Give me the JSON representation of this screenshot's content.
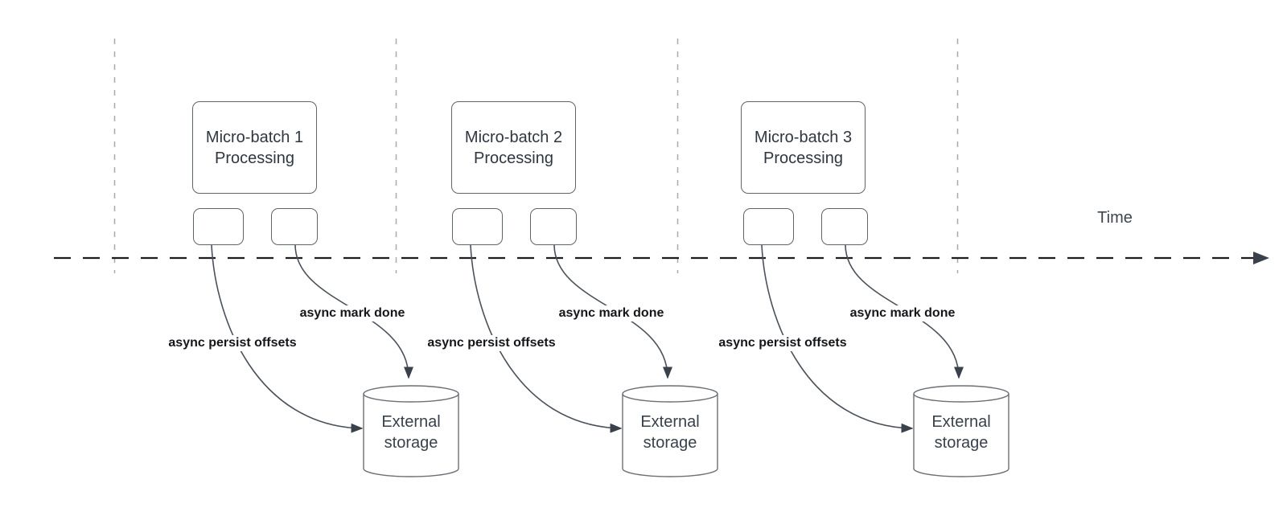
{
  "diagram": {
    "time_axis_label": "Time",
    "groups": [
      {
        "batch_title_line1": "Micro-batch 1",
        "batch_title_line2": "Processing",
        "persist_arrow_label": "async persist offsets",
        "done_arrow_label": "async mark done",
        "storage_line1": "External",
        "storage_line2": "storage"
      },
      {
        "batch_title_line1": "Micro-batch 2",
        "batch_title_line2": "Processing",
        "persist_arrow_label": "async persist offsets",
        "done_arrow_label": "async mark done",
        "storage_line1": "External",
        "storage_line2": "storage"
      },
      {
        "batch_title_line1": "Micro-batch 3",
        "batch_title_line2": "Processing",
        "persist_arrow_label": "async persist offsets",
        "done_arrow_label": "async mark done",
        "storage_line1": "External",
        "storage_line2": "storage"
      }
    ],
    "colors": {
      "background": "#ffffff",
      "timeline_stroke": "#1d1d1f",
      "guide_line_stroke": "#a6a9ad",
      "shape_stroke": "#5f646b",
      "cylinder_stroke": "#6b6f76",
      "flow_arrow_stroke": "#4a515b",
      "arrowhead_fill": "#3a414b",
      "shape_text": "#2f3640",
      "edge_label_text": "#14161a",
      "time_label_text": "#3f454e"
    }
  }
}
